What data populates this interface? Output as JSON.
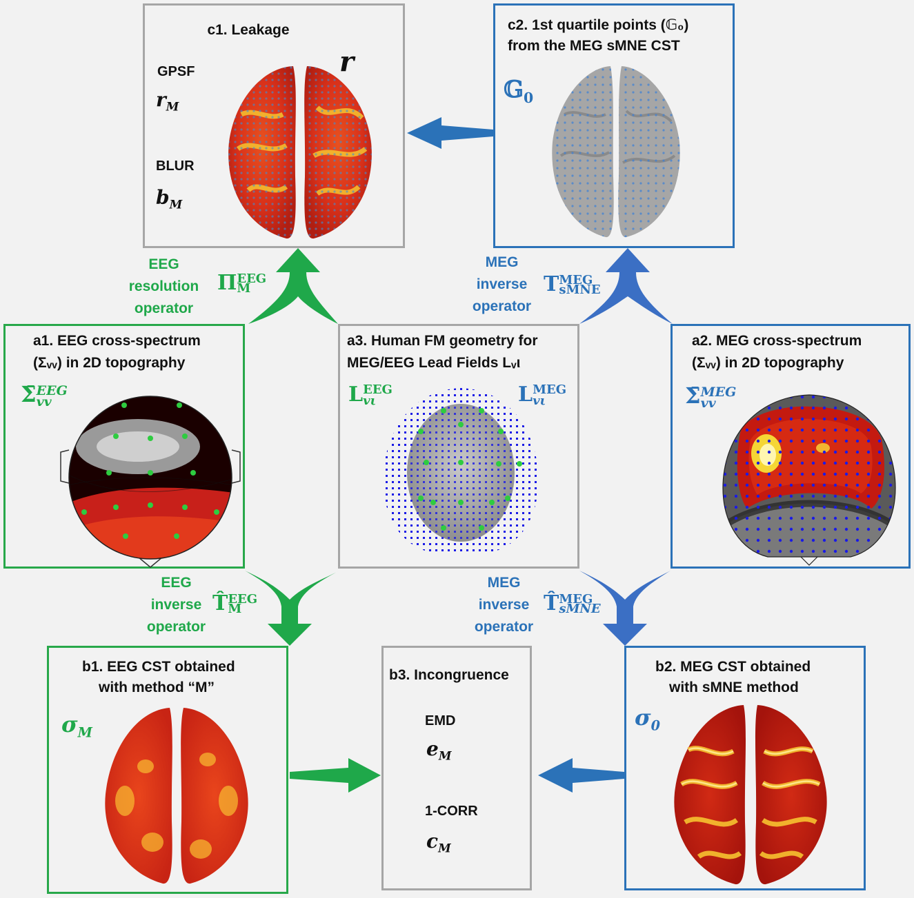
{
  "colors": {
    "eeg_green": "#1fa84a",
    "meg_blue": "#2b72b8",
    "panel_gray": "#a6a6a6",
    "electrode_green": "#2ecc40",
    "sensor_blue": "#1a1ae6"
  },
  "c1": {
    "title": "c1. Leakage",
    "gpsf": "GPSF",
    "r_m": "r",
    "r_m_sub": "M",
    "blur": "BLUR",
    "b_m": "b",
    "b_m_sub": "M",
    "r": "r"
  },
  "c2": {
    "title_line1": "c2. 1st quartile points (𝔾₀)",
    "title_line2": "from the MEG sMNE CST",
    "g0": "𝔾",
    "g0_sub": "0"
  },
  "a1": {
    "title_line1": "a1. EEG cross-spectrum",
    "title_line2": "(Σᵥᵥ) in 2D topography",
    "sigma": "Σ̄",
    "sigma_sub": "vv",
    "sigma_sup": "EEG"
  },
  "a3": {
    "title_line1": "a3. Human FM geometry for",
    "title_line2": "MEG/EEG Lead Fields Lᵥι",
    "l_eeg": "L",
    "l_eeg_sub": "vι",
    "l_eeg_sup": "EEG",
    "l_meg": "L",
    "l_meg_sub": "vι",
    "l_meg_sup": "MEG"
  },
  "a2": {
    "title_line1": "a2. MEG cross-spectrum",
    "title_line2": "(Σᵥᵥ) in 2D topography",
    "sigma": "Σ̄",
    "sigma_sub": "vv",
    "sigma_sup": "MEG"
  },
  "b1": {
    "title_line1": "b1. EEG CST obtained",
    "title_line2": "with method “M”",
    "sigma": "σ",
    "sigma_sub": "M"
  },
  "b3": {
    "title": "b3. Incongruence",
    "emd": "EMD",
    "e_m": "e",
    "e_m_sub": "M",
    "corr": "1-CORR",
    "c_m": "c",
    "c_m_sub": "M"
  },
  "b2": {
    "title_line1": "b2. MEG CST obtained",
    "title_line2": "with sMNE method",
    "sigma": "σ",
    "sigma_sub": "0"
  },
  "ops": {
    "eeg_res": [
      "EEG",
      "resolution",
      "operator"
    ],
    "eeg_res_sym": "Π",
    "eeg_res_sym_sub": "M",
    "eeg_res_sym_sup": "EEG",
    "meg_inv_top": [
      "MEG",
      "inverse",
      "operator"
    ],
    "meg_inv_top_sym": "T",
    "meg_inv_top_sym_sub": "sMNE",
    "meg_inv_top_sym_sup": "MEG",
    "eeg_inv": [
      "EEG",
      "inverse",
      "operator"
    ],
    "eeg_inv_sym": "T̂",
    "eeg_inv_sym_sub": "M",
    "eeg_inv_sym_sup": "EEG",
    "meg_inv_bot": [
      "MEG",
      "inverse",
      "operator"
    ],
    "meg_inv_bot_sym": "T̂",
    "meg_inv_bot_sym_sub": "sMNE",
    "meg_inv_bot_sym_sup": "MEG"
  }
}
